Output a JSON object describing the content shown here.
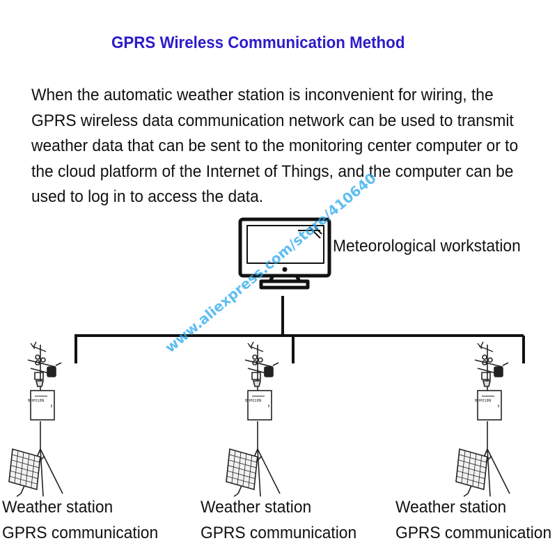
{
  "title": "GPRS Wireless Communication Method",
  "description_lines": [
    "When the automatic weather station is inconvenient for wiring, the",
    "GPRS wireless data communication network can be used to transmit",
    "weather data that can be sent to the monitoring center computer or to",
    "the cloud platform of the Internet of Things, and the computer can be",
    "used to log in to access the data."
  ],
  "workstation": {
    "label": "Meteorological workstation",
    "icon": "computer-monitor-icon"
  },
  "stations": [
    {
      "name": "Weather station",
      "comm": "GPRS communication",
      "icon": "weather-station-icon",
      "box_label": "BHP018N"
    },
    {
      "name": "Weather station",
      "comm": "GPRS communication",
      "icon": "weather-station-icon",
      "box_label": "BHP018N"
    },
    {
      "name": "Weather station",
      "comm": "GPRS communication",
      "icon": "weather-station-icon",
      "box_label": "BHP018N"
    }
  ],
  "watermark": "www.aliexpress.com/store/410640",
  "colors": {
    "title": "#2d1cc9",
    "text": "#111111",
    "watermark": "#29a8ee"
  }
}
